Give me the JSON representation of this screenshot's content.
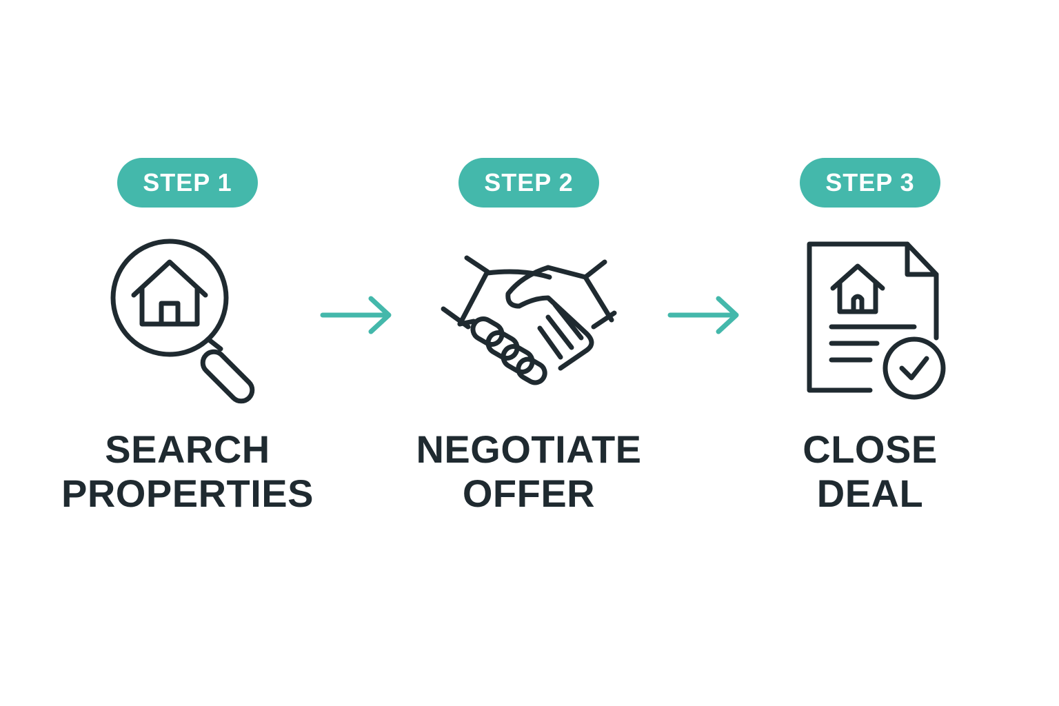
{
  "colors": {
    "accent": "#44b8ab",
    "ink": "#1f2a30",
    "background": "#ffffff"
  },
  "steps": [
    {
      "badge": "STEP 1",
      "title_line1": "SEARCH",
      "title_line2": "PROPERTIES",
      "icon": "house-search-icon"
    },
    {
      "badge": "STEP 2",
      "title_line1": "NEGOTIATE",
      "title_line2": "OFFER",
      "icon": "handshake-icon"
    },
    {
      "badge": "STEP 3",
      "title_line1": "CLOSE",
      "title_line2": "DEAL",
      "icon": "document-check-icon"
    }
  ],
  "connectors": [
    {
      "icon": "arrow-right-icon"
    },
    {
      "icon": "arrow-right-icon"
    }
  ]
}
